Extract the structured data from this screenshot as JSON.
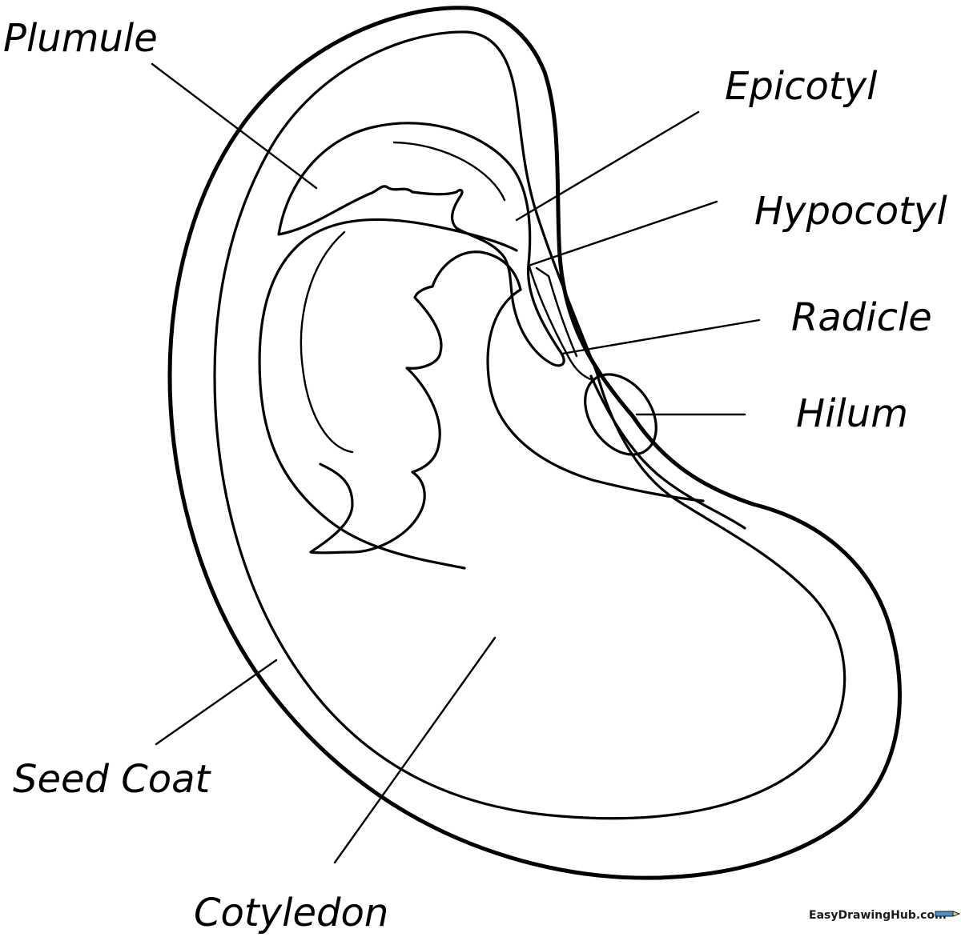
{
  "labels": {
    "plumule": "Plumule",
    "epicotyl": "Epicotyl",
    "hypocotyl": "Hypocotyl",
    "radicle": "Radicle",
    "hilum": "Hilum",
    "seed_coat": "Seed Coat",
    "cotyledon": "Cotyledon"
  },
  "watermark": {
    "text": "EasyDrawingHub.com",
    "icon": "pencil-icon"
  },
  "colors": {
    "stroke": "#000000",
    "background": "#ffffff"
  }
}
